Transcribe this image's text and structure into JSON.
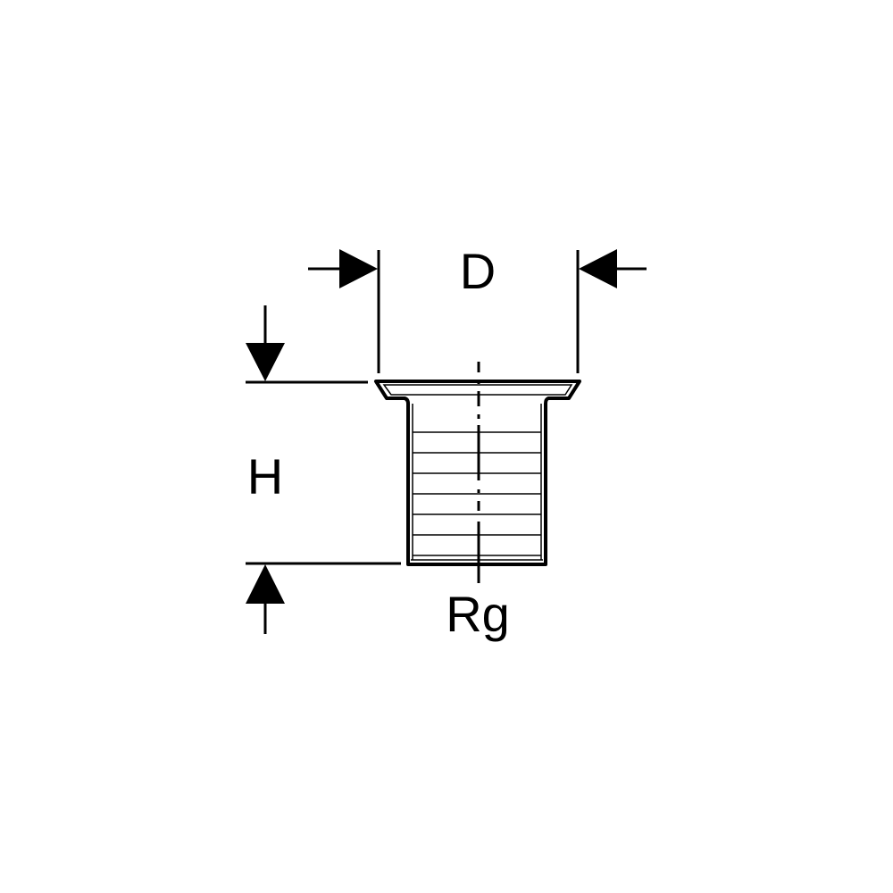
{
  "diagram": {
    "labels": {
      "diameter": "D",
      "height": "H",
      "thread": "Rg"
    },
    "colors": {
      "stroke": "#000000",
      "background": "#ffffff"
    }
  }
}
